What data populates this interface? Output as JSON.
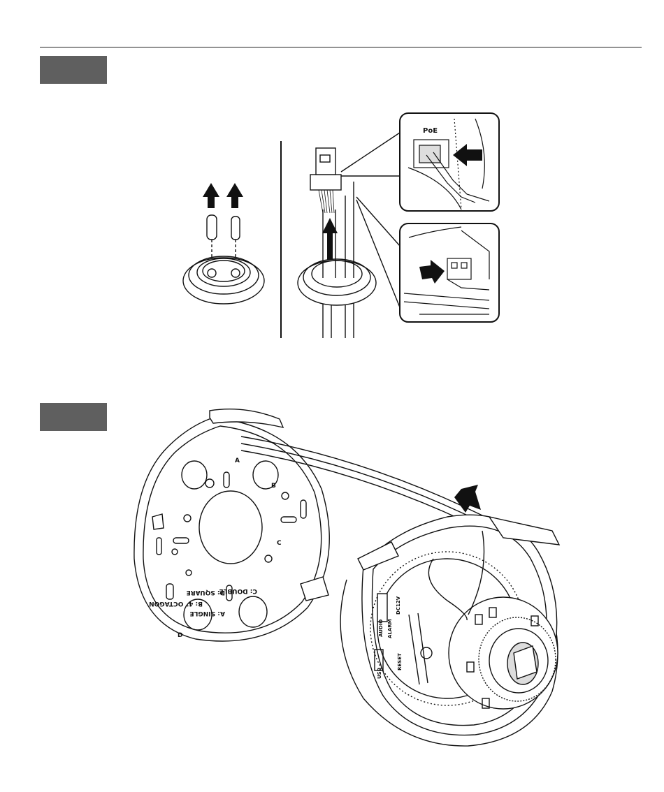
{
  "step1": {
    "label": ""
  },
  "step2": {
    "label": ""
  },
  "callout_top": {
    "port_label": "PoE"
  },
  "mount_plate": {
    "markings": [
      "A: SINGLE",
      "B: 4\" OCTAGON",
      "C: DOUBLE",
      "D: SQUARE"
    ],
    "letters": [
      "A",
      "B",
      "C",
      "D"
    ]
  },
  "camera_board": {
    "labels": [
      "AUDIO",
      "ALARM",
      "RESET",
      "USB",
      "DC12V"
    ]
  }
}
